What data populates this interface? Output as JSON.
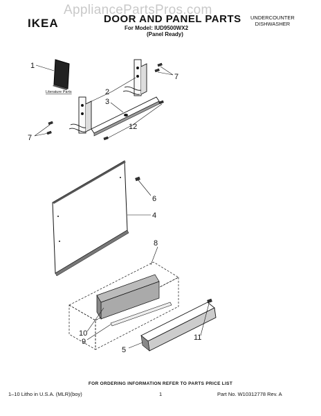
{
  "header": {
    "watermark": "AppliancePartsPros.com",
    "brand": "IKEA",
    "title": "DOOR AND PANEL PARTS",
    "model_line": "For Model: IUD9500WX2",
    "model_sub": "(Panel Ready)",
    "type_line1": "UNDERCOUNTER",
    "type_line2": "DISHWASHER"
  },
  "diagram": {
    "literature_label": "Literature Parts",
    "callouts": [
      "1",
      "2",
      "3",
      "7",
      "7",
      "12",
      "6",
      "4",
      "8",
      "10",
      "9",
      "5",
      "11"
    ]
  },
  "footer": {
    "ordering": "FOR ORDERING INFORMATION REFER TO PARTS PRICE LIST",
    "litho": "1–10 Litho in U.S.A. (MLR)(boy)",
    "page": "1",
    "part_no": "Part No. W10312778 Rev. A"
  }
}
